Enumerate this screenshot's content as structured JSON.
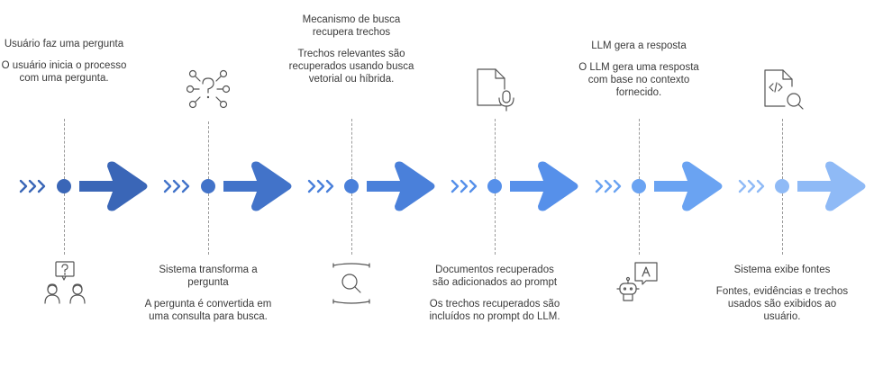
{
  "steps": [
    {
      "title": "Usuário faz uma pergunta",
      "desc": "O usuário inicia o processo com uma pergunta.",
      "icon": "users-question-icon",
      "color": "#3a66b7"
    },
    {
      "title": "Sistema transforma a pergunta",
      "desc": "A pergunta é convertida em uma consulta para busca.",
      "icon": "question-network-icon",
      "color": "#4273c9"
    },
    {
      "title": "Mecanismo de busca recupera trechos",
      "desc": "Trechos relevantes são recuperados usando busca vetorial ou híbrida.",
      "icon": "search-magnifier-icon",
      "color": "#4a80da"
    },
    {
      "title": "Documentos recuperados são adicionados ao prompt",
      "desc": "Os trechos recuperados são incluídos no prompt do LLM.",
      "icon": "document-microphone-icon",
      "color": "#5690ea"
    },
    {
      "title": "LLM gera a resposta",
      "desc": "O LLM gera uma resposta com base no contexto fornecido.",
      "icon": "robot-chat-icon",
      "color": "#6aa3f2"
    },
    {
      "title": "Sistema exibe fontes",
      "desc": "Fontes, evidências e trechos usados são exibidos ao usuário.",
      "icon": "code-file-search-icon",
      "color": "#8fbaf6"
    }
  ]
}
